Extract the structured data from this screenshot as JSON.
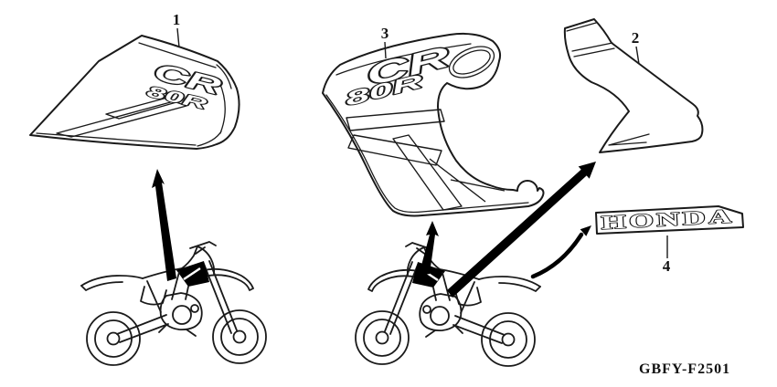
{
  "figure": {
    "code": "GBFY-F2501"
  },
  "callouts": {
    "c1": "1",
    "c2": "2",
    "c3": "3",
    "c4": "4"
  },
  "decals": {
    "part1": {
      "line1": "CR",
      "line2": "80R"
    },
    "part3": {
      "line1": "CR",
      "line2": "80R"
    },
    "honda": "HONDA"
  },
  "colors": {
    "line": "#1a1a1a",
    "background": "#ffffff",
    "solid_fill": "#000000"
  }
}
